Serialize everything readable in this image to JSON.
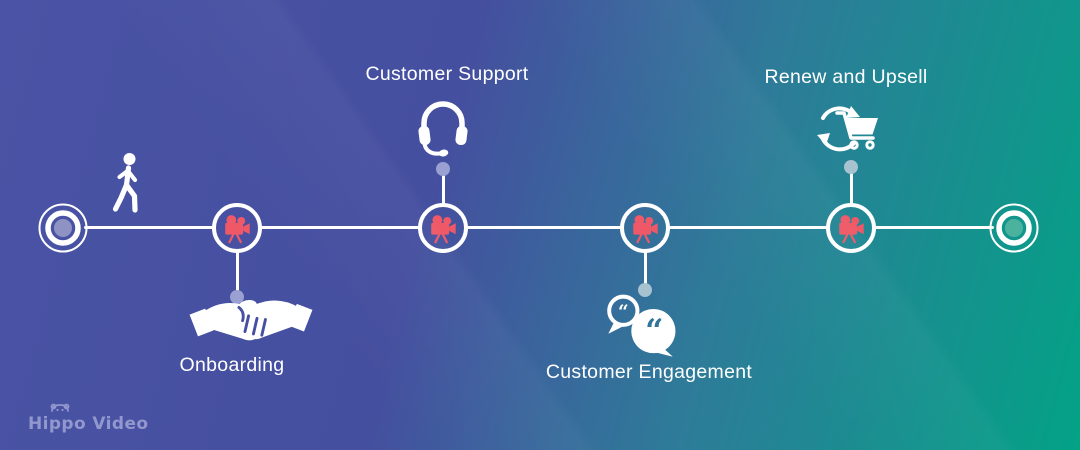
{
  "background": {
    "gradient": [
      "#4A53A5",
      "#454F9F",
      "#2E7B99",
      "#03A286"
    ]
  },
  "colors": {
    "timeline": "#FFFFFF",
    "camera_icon": "#EF5866",
    "connector_dot_left": "#9AA0D2",
    "connector_dot_right": "#A6C3CF",
    "start_marker_inner": "#8E93C4",
    "end_marker_inner": "#4BB29E",
    "logo": "#9297CE"
  },
  "timeline": {
    "start_icon": "walking-person",
    "node_icon": "video-camera",
    "stages": [
      {
        "label": "Onboarding",
        "icon": "handshake",
        "label_position": "below"
      },
      {
        "label": "Customer Support",
        "icon": "headset",
        "label_position": "above"
      },
      {
        "label": "Customer Engagement",
        "icon": "chat-bubbles",
        "label_position": "below"
      },
      {
        "label": "Renew and Upsell",
        "icon": "cart-refresh",
        "label_position": "above"
      }
    ]
  },
  "branding": {
    "logo_text": "Hippo Video"
  }
}
